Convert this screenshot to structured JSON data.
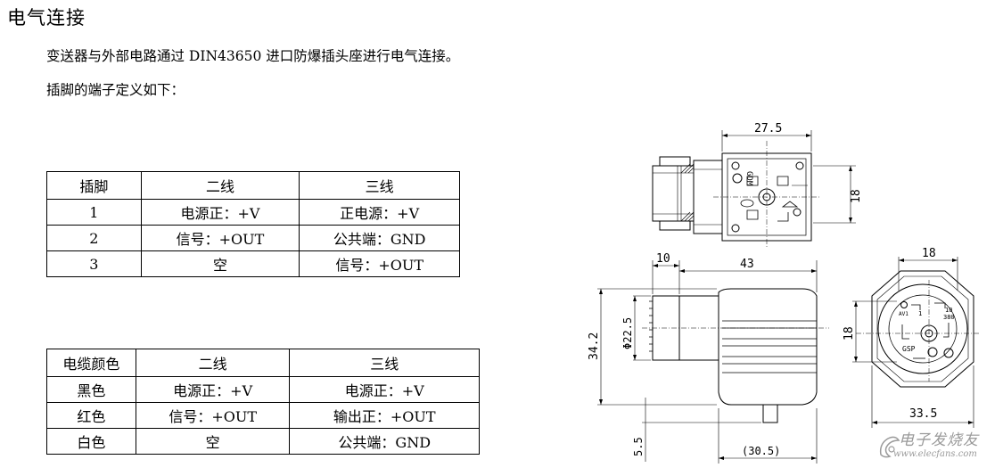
{
  "heading": "电气连接",
  "paragraphs": [
    "变送器与外部电路通过 DIN43650 进口防爆插头座进行电气连接。",
    "插脚的端子定义如下："
  ],
  "pin_table": {
    "headers": [
      "插脚",
      "二线",
      "三线"
    ],
    "rows": [
      [
        "1",
        "电源正：+V",
        "正电源：+V"
      ],
      [
        "2",
        "信号：+OUT",
        "公共端：GND"
      ],
      [
        "3",
        "空",
        "信号：+OUT"
      ]
    ]
  },
  "cable_table": {
    "headers": [
      "电缆颜色",
      "二线",
      "三线"
    ],
    "rows": [
      [
        "黑色",
        "电源正：+V",
        "电源正：+V"
      ],
      [
        "红色",
        "信号：+OUT",
        "输出正：+OUT"
      ],
      [
        "白色",
        "空",
        "公共端：GND"
      ]
    ]
  },
  "drawing": {
    "dims": {
      "top_width": "27.5",
      "top_height": "18",
      "side_left": "10",
      "side_length": "43",
      "side_dia": "Φ22.5",
      "side_height": "34.2",
      "side_bottom": "5.5",
      "side_base": "(30.5)",
      "front_width": "18",
      "front_height": "18",
      "front_outer": "33.5"
    },
    "labels": {
      "gdm": "GDM",
      "gsp": "GSP",
      "l1": "10",
      "l2": "380",
      "l3": "AV1",
      "l4": "1"
    }
  },
  "watermark": {
    "cn": "电子发烧友",
    "en": "www.elecfans.com"
  }
}
